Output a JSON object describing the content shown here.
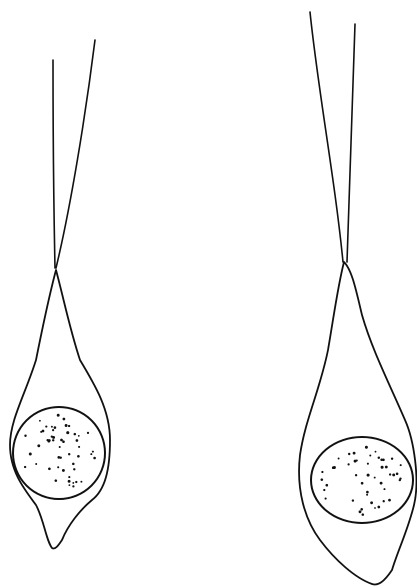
{
  "figure": {
    "background": "#ffffff",
    "ink_color": "#111111",
    "cells": [
      {
        "name": "left-cell",
        "stipple_dots": 52
      },
      {
        "name": "right-cell",
        "stipple_dots": 46
      }
    ]
  }
}
